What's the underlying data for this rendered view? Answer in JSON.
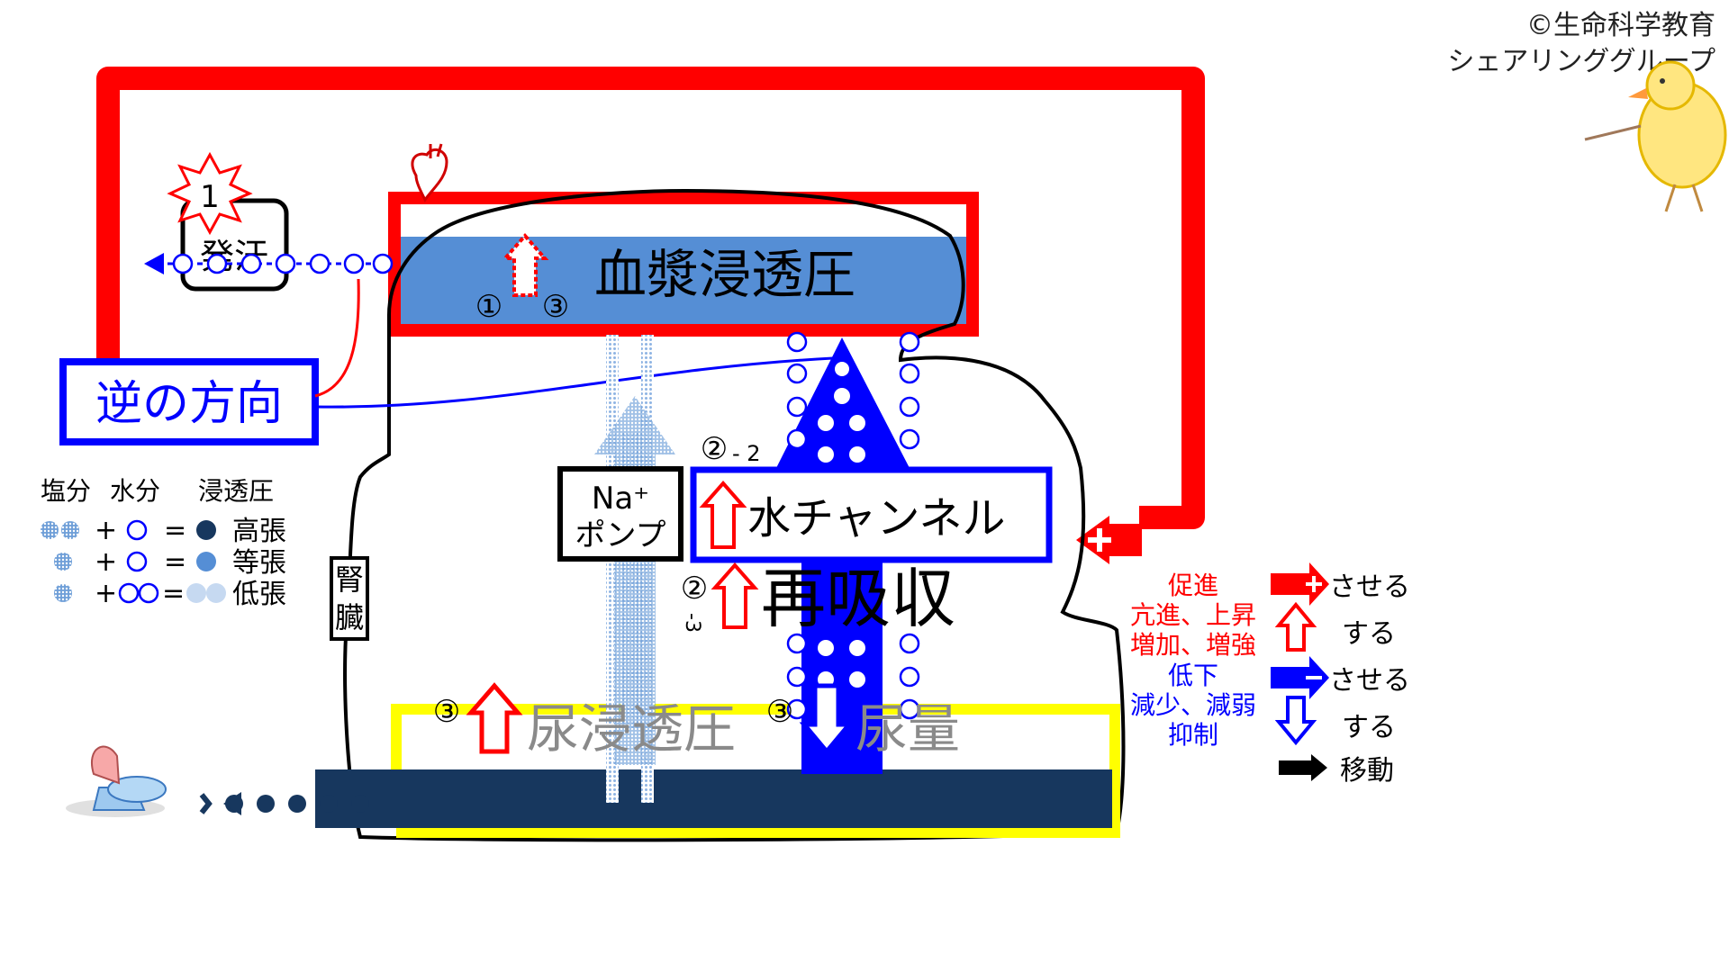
{
  "credit": {
    "line1": "©生命科学教育",
    "line2": "シェアリンググループ"
  },
  "burst_label": "1",
  "sweat": {
    "label": "発汗"
  },
  "plasma": {
    "label": "血漿浸透圧",
    "marker_left": "①",
    "marker_right": "③"
  },
  "reverse": {
    "label": "逆の方向"
  },
  "legend": {
    "headers": [
      "塩分",
      "水分",
      "浸透圧"
    ],
    "plus": "+",
    "equals": "=",
    "rows": [
      "高張",
      "等張",
      "低張"
    ]
  },
  "kidney": {
    "label_top": "腎",
    "label_bottom": "臓"
  },
  "pump": {
    "line1": "Na⁺",
    "line2": "ポンプ"
  },
  "channel": {
    "label": "水チャンネル",
    "marker": "②",
    "marker_suffix": "- 2"
  },
  "reabsorption": {
    "label": "再吸収",
    "marker": "②",
    "marker_suffix": "-3"
  },
  "urine_osm": {
    "label": "尿浸透圧",
    "marker": "③"
  },
  "urine_vol": {
    "label": "尿量",
    "marker": "③"
  },
  "key": {
    "promote": "促進",
    "increase_1": "亢進、上昇",
    "increase_2": "増加、増強",
    "decrease_head": "低下",
    "decrease_1": "減少、減弱",
    "decrease_2": "抑制",
    "cause": "させる",
    "do": "する",
    "cause2": "させる",
    "do2": "する",
    "move": "移動"
  },
  "colors": {
    "red": "#ff0000",
    "blue": "#0000ff",
    "plasma_blue": "#558ed5",
    "navy": "#17375e",
    "yellow": "#ffff00",
    "dot_blue": "#8eb4e3"
  }
}
